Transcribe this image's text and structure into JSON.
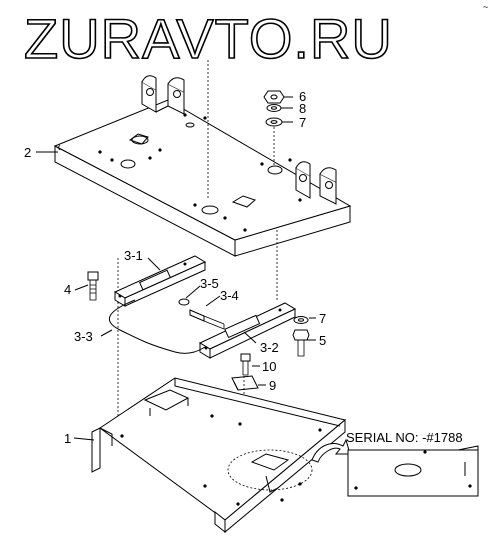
{
  "watermark": "ZURAVTO.RU",
  "serial_note": "SERIAL NO: -#1788",
  "corner_mark": "~",
  "callouts": [
    {
      "id": "c6",
      "text": "6"
    },
    {
      "id": "c8",
      "text": "8"
    },
    {
      "id": "c7a",
      "text": "7"
    },
    {
      "id": "c2",
      "text": "2"
    },
    {
      "id": "c3-1",
      "text": "3-1"
    },
    {
      "id": "c4",
      "text": "4"
    },
    {
      "id": "c3-5",
      "text": "3-5"
    },
    {
      "id": "c3-4",
      "text": "3-4"
    },
    {
      "id": "c7b",
      "text": "7"
    },
    {
      "id": "c3-3",
      "text": "3-3"
    },
    {
      "id": "c5",
      "text": "5"
    },
    {
      "id": "c3-2",
      "text": "3-2"
    },
    {
      "id": "c10",
      "text": "10"
    },
    {
      "id": "c9",
      "text": "9"
    },
    {
      "id": "c1",
      "text": "1"
    }
  ]
}
